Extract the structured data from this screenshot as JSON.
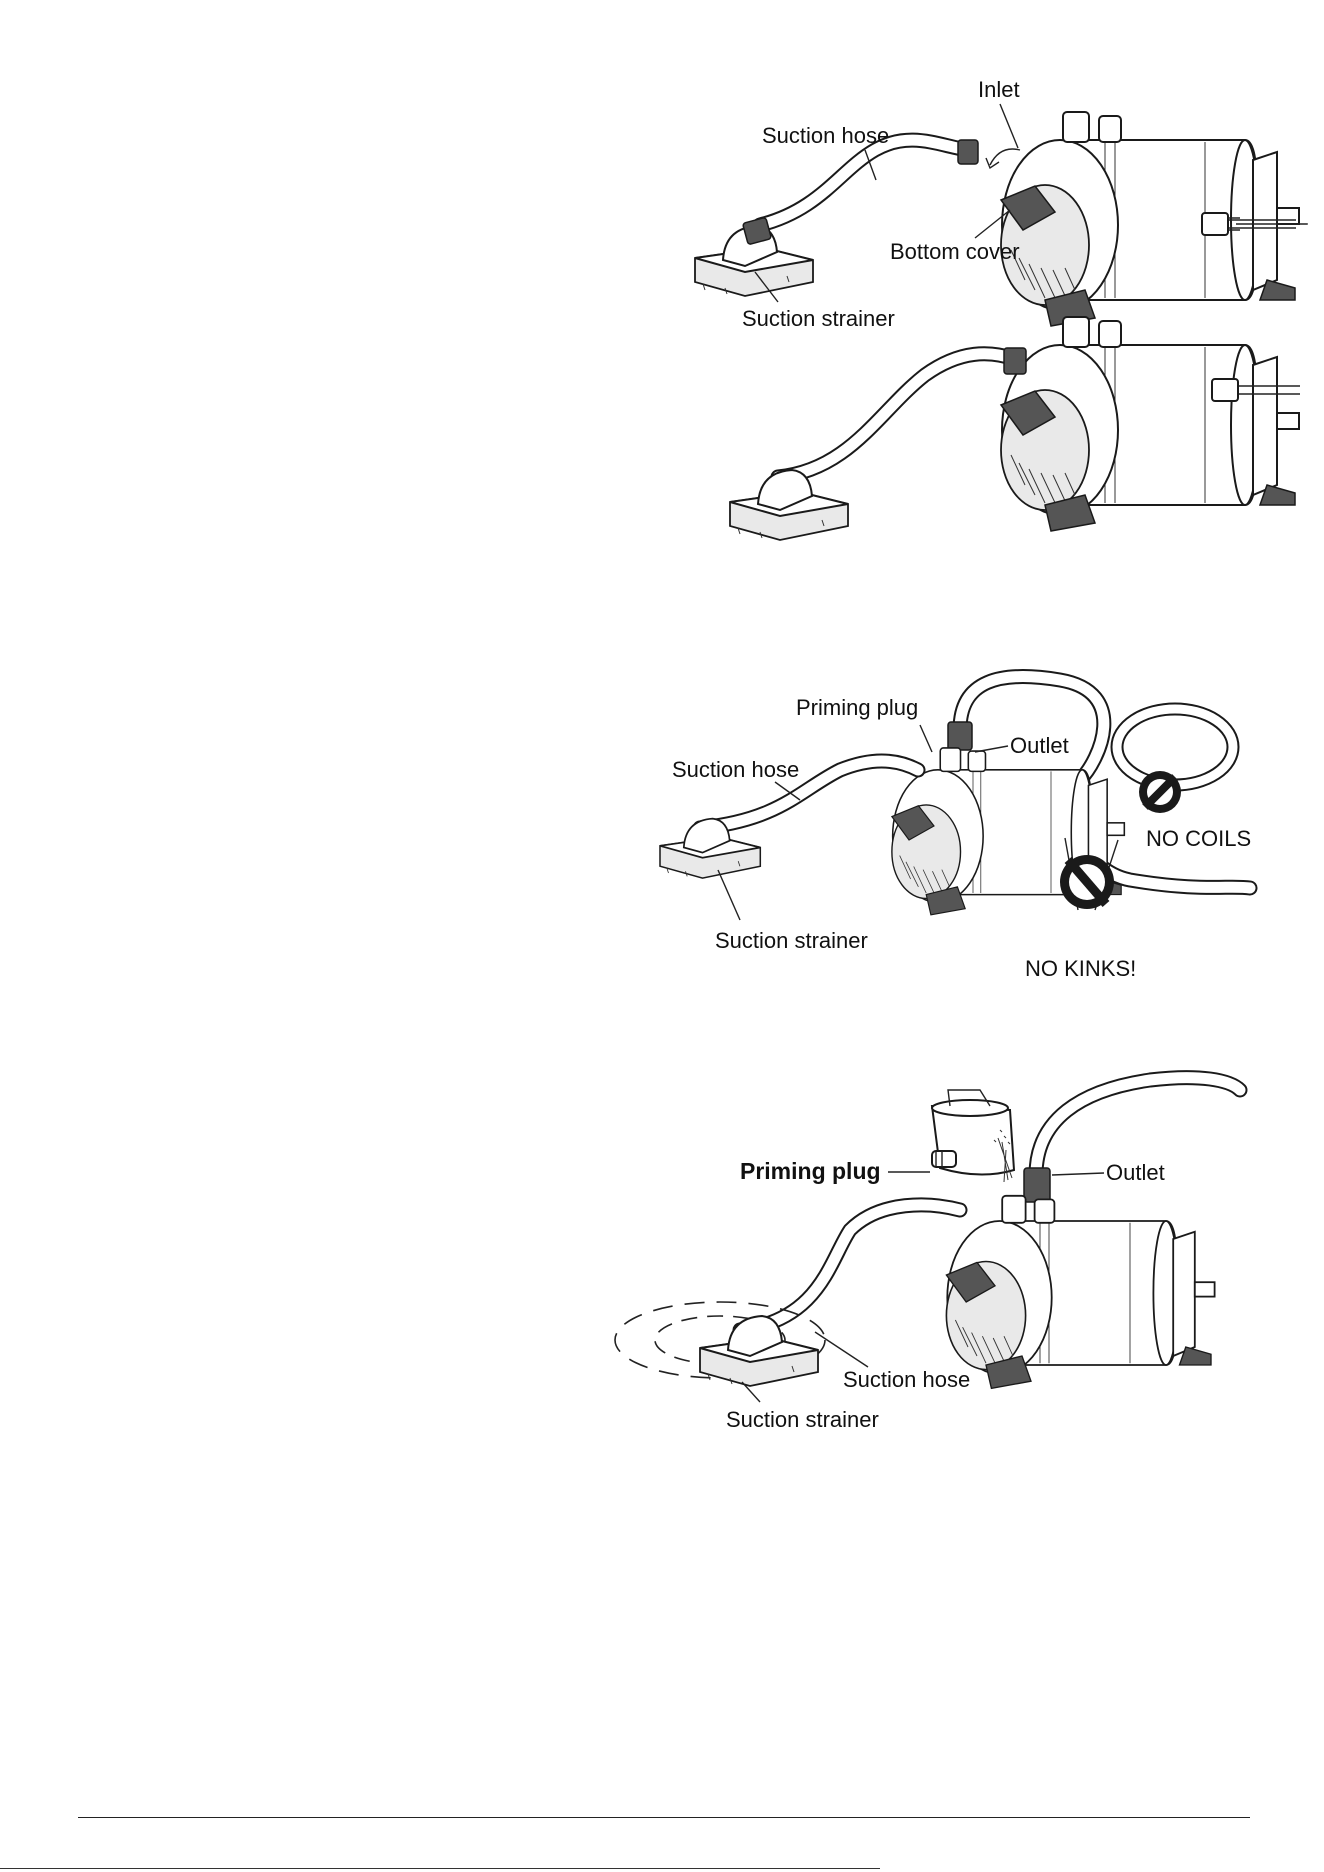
{
  "figure1": {
    "inlet": "Inlet",
    "suction_hose": "Suction hose",
    "bottom_cover": "Bottom cover",
    "suction_strainer": "Suction strainer"
  },
  "figure3": {
    "priming_plug": "Priming plug",
    "outlet": "Outlet",
    "suction_hose": "Suction hose",
    "suction_strainer": "Suction strainer",
    "no_coils": "NO COILS",
    "no_kinks": "NO KINKS!"
  },
  "figure4": {
    "priming_plug": "Priming plug",
    "outlet": "Outlet",
    "suction_hose": "Suction hose",
    "suction_strainer": "Suction strainer"
  },
  "icons": {
    "pump": "pump-icon",
    "hose": "hose-icon",
    "strainer": "strainer-icon",
    "prohibited": "prohibited-icon",
    "pitcher": "pitcher-icon"
  },
  "colors": {
    "line": "#1a1a1a",
    "background": "#ffffff"
  }
}
